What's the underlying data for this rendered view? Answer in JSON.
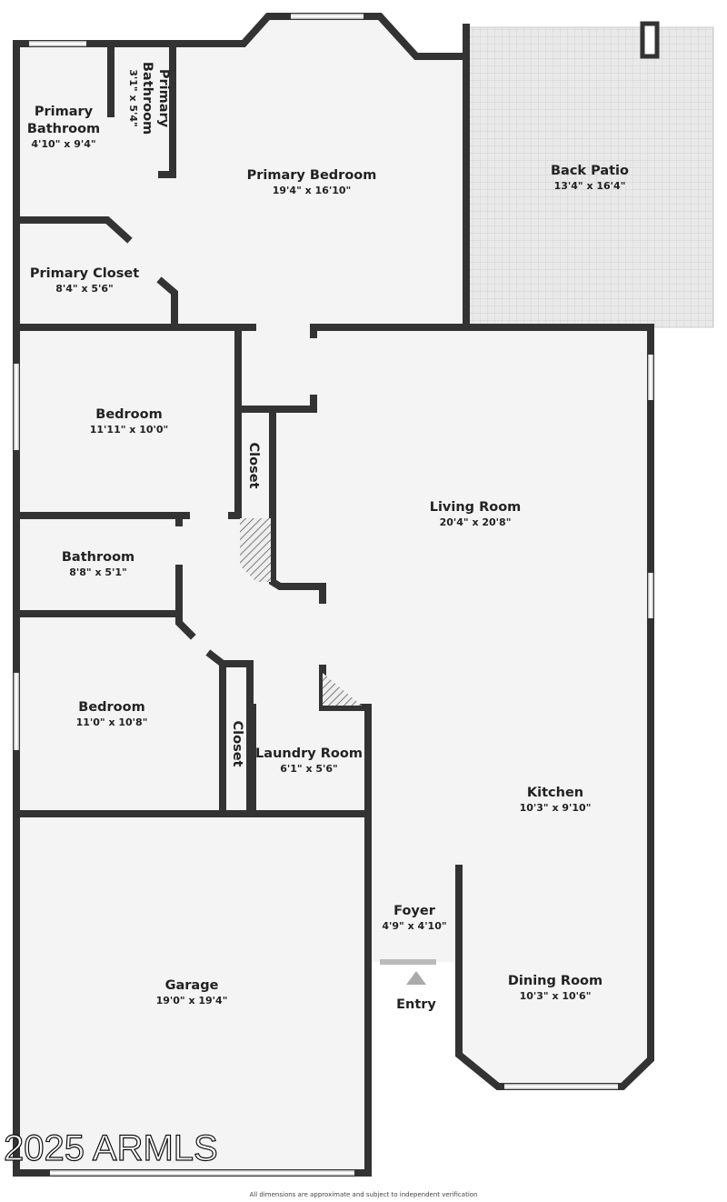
{
  "rooms": {
    "primary_bathroom": {
      "name_line1": "Primary",
      "name_line2": "Bathroom",
      "dims": "4'10\" x 9'4\""
    },
    "primary_bathroom_small": {
      "name_line1": "Primary",
      "name_line2": "Bathroom",
      "dims": "3'1\" x 5'4\""
    },
    "primary_bedroom": {
      "name": "Primary Bedroom",
      "dims": "19'4\" x 16'10\""
    },
    "back_patio": {
      "name": "Back Patio",
      "dims": "13'4\" x 16'4\""
    },
    "primary_closet": {
      "name": "Primary Closet",
      "dims": "8'4\" x 5'6\""
    },
    "bedroom_1": {
      "name": "Bedroom",
      "dims": "11'11\" x 10'0\""
    },
    "closet_1": {
      "name": "Closet"
    },
    "living_room": {
      "name": "Living Room",
      "dims": "20'4\" x 20'8\""
    },
    "bathroom": {
      "name": "Bathroom",
      "dims": "8'8\" x 5'1\""
    },
    "bedroom_2": {
      "name": "Bedroom",
      "dims": "11'0\" x 10'8\""
    },
    "closet_2": {
      "name": "Closet"
    },
    "laundry_room": {
      "name": "Laundry Room",
      "dims": "6'1\" x 5'6\""
    },
    "kitchen": {
      "name": "Kitchen",
      "dims": "10'3\" x 9'10\""
    },
    "foyer": {
      "name": "Foyer",
      "dims": "4'9\" x 4'10\""
    },
    "garage": {
      "name": "Garage",
      "dims": "19'0\" x 19'4\""
    },
    "dining_room": {
      "name": "Dining Room",
      "dims": "10'3\" x 10'6\""
    }
  },
  "entry_label": "Entry",
  "watermark": "2025 ARMLS",
  "footer_note": "All dimensions are approximate and subject to independent verification",
  "colors": {
    "wall": "#333333",
    "floor": "#f4f4f4",
    "patio": "#e6e6e6"
  }
}
